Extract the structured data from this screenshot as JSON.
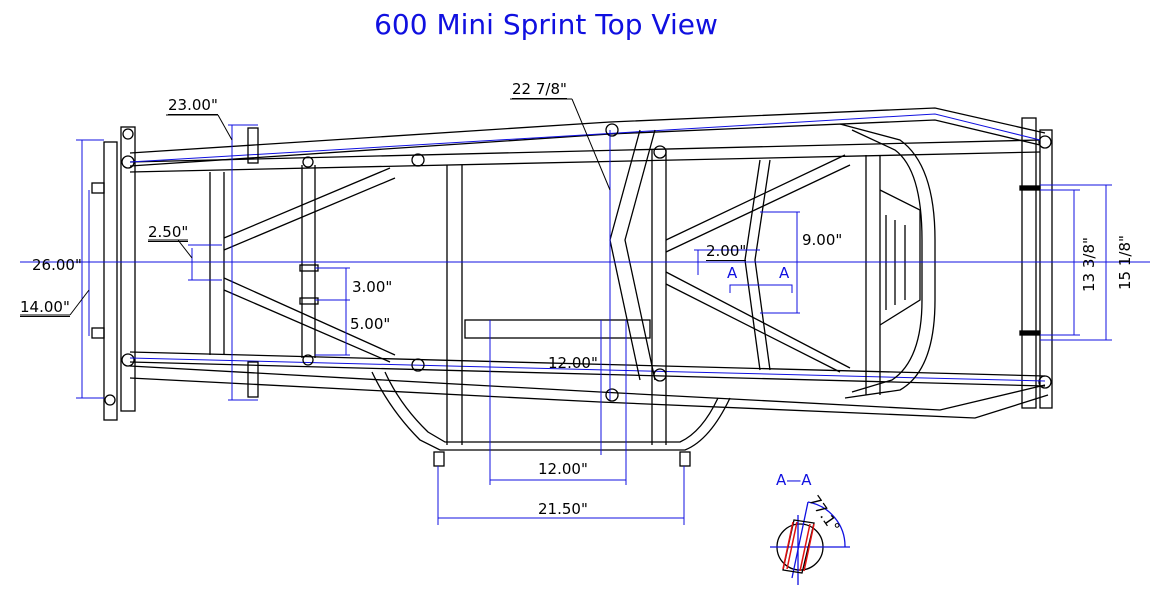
{
  "title": "600 Mini Sprint Top View",
  "dimensions": {
    "d_23_00": "23.00\"",
    "d_22_7_8": "22 7/8\"",
    "d_2_50": "2.50\"",
    "d_26_00": "26.00\"",
    "d_14_00": "14.00\"",
    "d_3_00": "3.00\"",
    "d_5_00": "5.00\"",
    "d_12_00_vertical": "12.00\"",
    "d_12_00_horizontal": "12.00\"",
    "d_21_50": "21.50\"",
    "d_2_00": "2.00\"",
    "d_9_00": "9.00\"",
    "d_13_3_8": "13 3/8\"",
    "d_15_1_8": "15 1/8\""
  },
  "section": {
    "marker_left": "A",
    "marker_right": "A",
    "detail_title": "A—A",
    "angle": "77.1°"
  },
  "colors": {
    "dimension": "#1010e0",
    "frame": "#000000",
    "section_tube": "#e01010"
  }
}
